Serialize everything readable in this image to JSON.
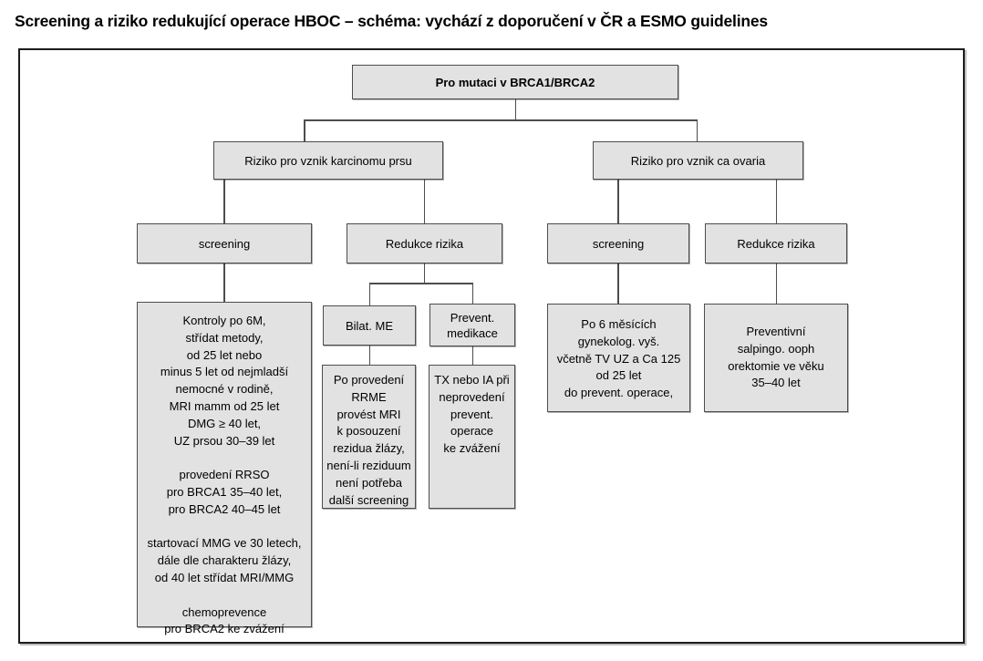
{
  "title": "Screening a riziko redukující operace HBOC – schéma: vychází z doporučení v ČR a ESMO guidelines",
  "diagram": {
    "root": {
      "label": "Pro mutaci v BRCA1/BRCA2"
    },
    "branch_breast": {
      "label": "Riziko pro vznik karcinomu prsu",
      "screening": {
        "label": "screening",
        "detail_lines": [
          "Kontroly po 6M,",
          "střídat metody,",
          "od 25 let nebo",
          "minus 5 let od nejmladší",
          "nemocné v rodině,",
          "MRI mamm od 25 let",
          "DMG ≥ 40 let,",
          "UZ prsou 30–39 let",
          "",
          "provedení RRSO",
          "pro BRCA1 35–40 let,",
          "pro BRCA2 40–45 let",
          "",
          "startovací MMG ve 30 letech,",
          "dále dle charakteru žlázy,",
          "od 40 let střídat MRI/MMG",
          "",
          "chemoprevence",
          "pro BRCA2 ke zvážení"
        ]
      },
      "risk_reduction": {
        "label": "Redukce rizika",
        "bilateral_mastectomy": {
          "label": "Bilat. ME",
          "detail_lines": [
            "Po provedení",
            "RRME",
            "provést MRI",
            "k posouzení",
            "rezidua žlázy,",
            "není-li reziduum",
            "není potřeba",
            "další screening"
          ]
        },
        "preventive_medication": {
          "label_lines": [
            "Prevent.",
            "medikace"
          ],
          "detail_lines": [
            "TX nebo IA při",
            "neprovedení",
            "prevent.",
            "operace",
            "ke zvážení"
          ]
        }
      }
    },
    "branch_ovary": {
      "label": "Riziko pro vznik ca ovaria",
      "screening": {
        "label": "screening",
        "detail_lines": [
          "Po 6 měsících",
          "gynekolog. vyš.",
          "včetně TV UZ a Ca 125",
          "od 25 let",
          "do prevent. operace,"
        ]
      },
      "risk_reduction": {
        "label": "Redukce rizika",
        "detail_lines": [
          "Preventivní",
          "salpingo. ooph",
          "orektomie ve věku",
          "35–40 let"
        ]
      }
    }
  },
  "colors": {
    "background": "#ffffff",
    "text": "#000000",
    "box_fill": "#e2e2e2",
    "box_border": "#4d4d4d",
    "line": "#4d4d4d"
  }
}
